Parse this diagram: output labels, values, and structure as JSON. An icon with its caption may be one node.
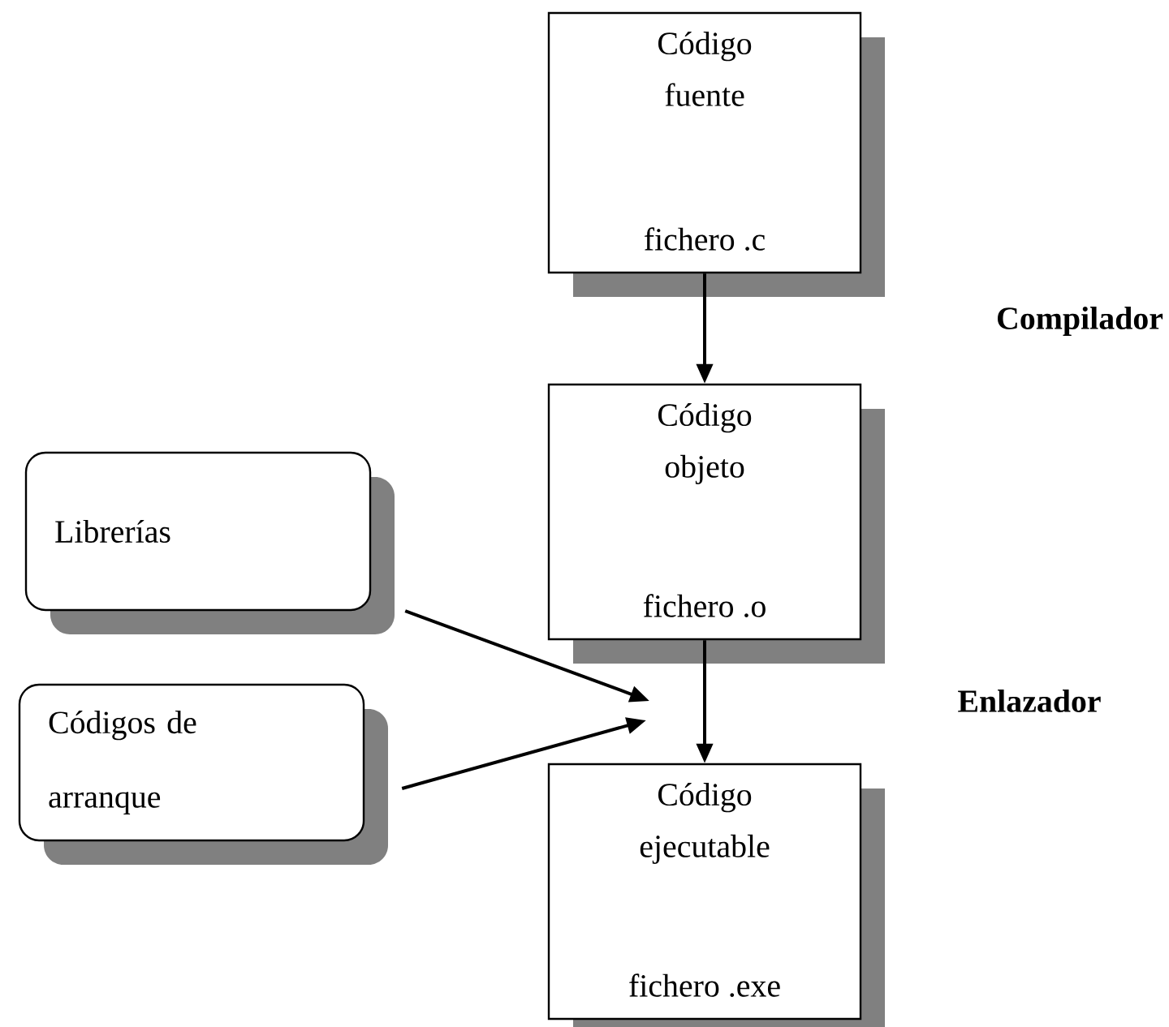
{
  "diagram": {
    "nodes": [
      {
        "text": [
          "Código fuente",
          "fichero .c"
        ]
      },
      {
        "text": [
          "Código objeto",
          "fichero .o"
        ]
      },
      {
        "text": [
          "Código ejecutable",
          "fichero .exe"
        ]
      },
      {
        "text": [
          "Librerías"
        ]
      },
      {
        "text": [
          "Códigos de arranque"
        ]
      }
    ],
    "edges": [
      {
        "from": 0,
        "to": 1,
        "arrow": "to"
      },
      {
        "from": 1,
        "to": 2,
        "arrow": "to"
      },
      {
        "from": 3,
        "to": null,
        "arrow": "to"
      },
      {
        "from": 4,
        "to": null,
        "arrow": "to"
      }
    ],
    "labels": [
      "Compilador",
      "Enlazador"
    ]
  }
}
